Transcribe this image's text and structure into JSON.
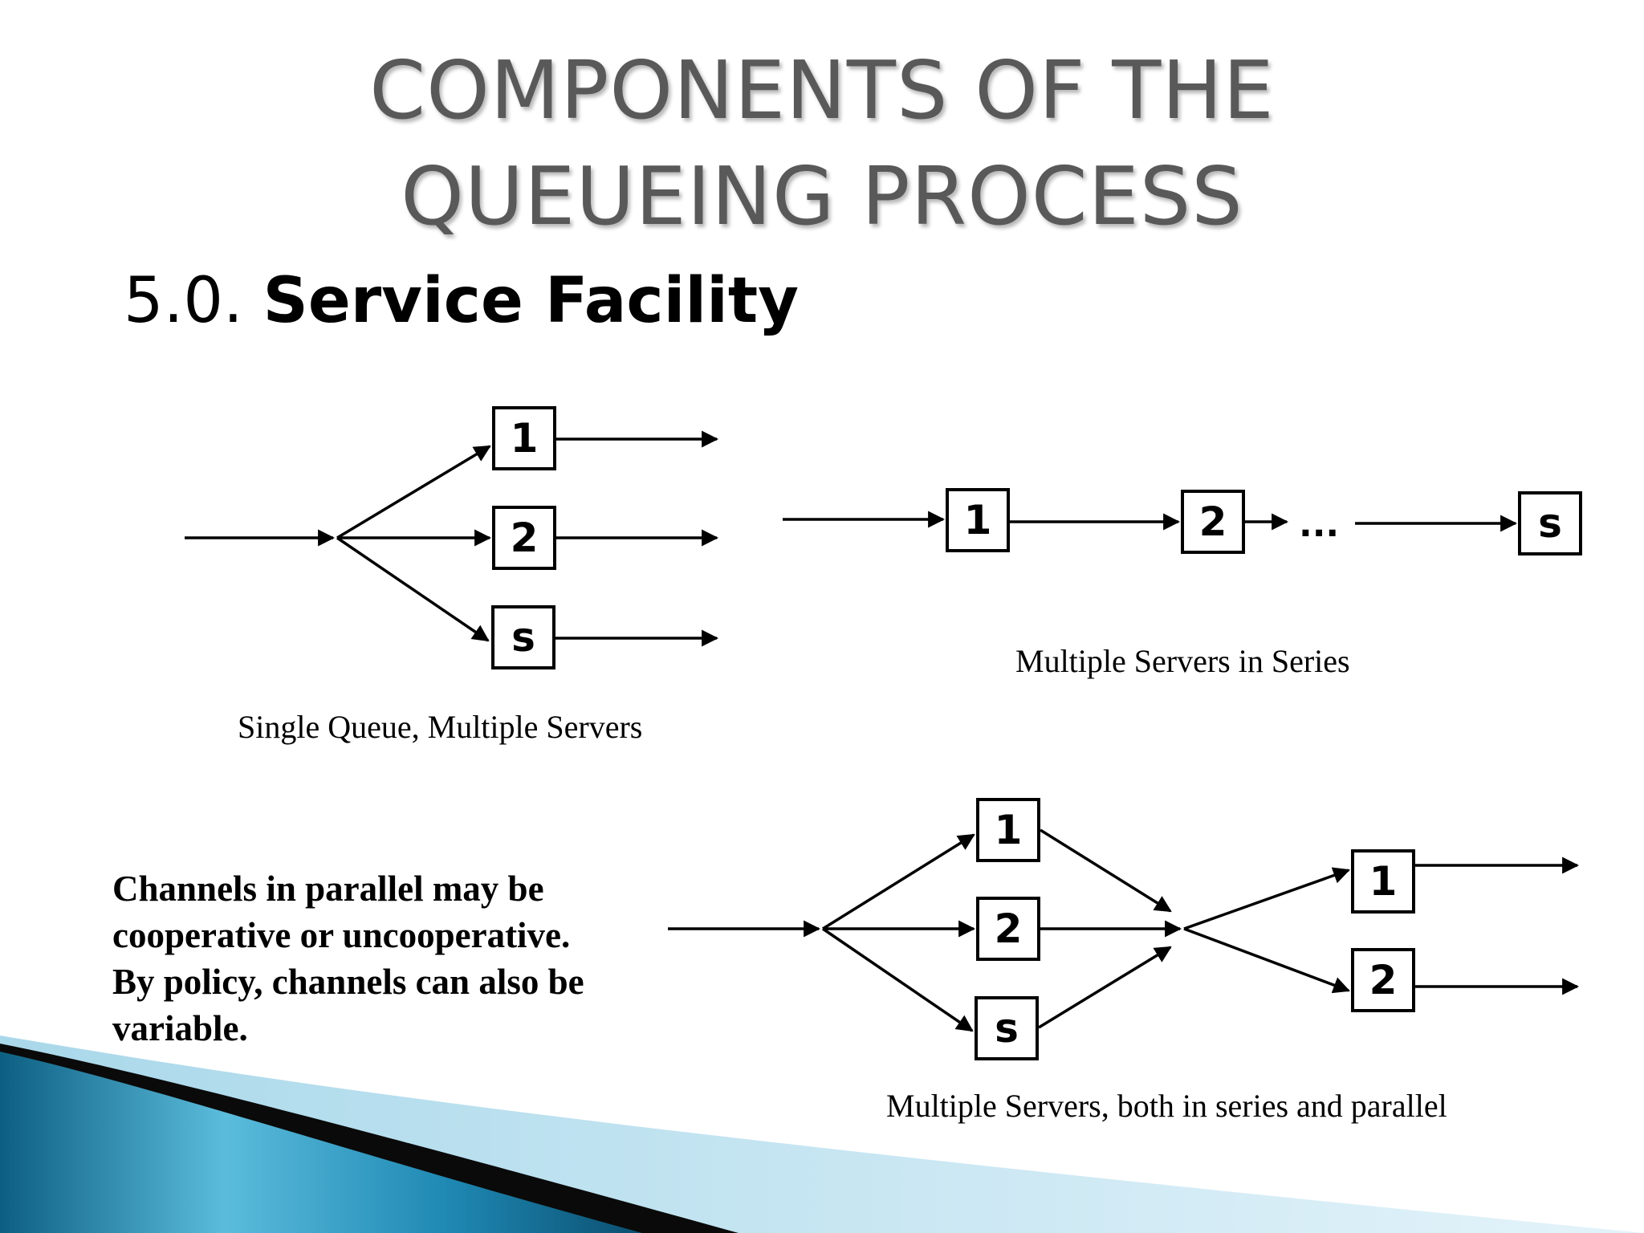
{
  "slide": {
    "title_line1": "COMPONENTS OF THE",
    "title_line2": "QUEUEING PROCESS",
    "section_number": "5.0.",
    "section_name": "Service Facility"
  },
  "diagrams": {
    "single_queue": {
      "caption": "Single Queue, Multiple Servers",
      "servers": [
        "1",
        "2",
        "s"
      ]
    },
    "series": {
      "caption": "Multiple Servers in Series",
      "servers": [
        "1",
        "2",
        "s"
      ],
      "ellipsis": "..."
    },
    "series_parallel": {
      "caption": "Multiple Servers, both in series and parallel",
      "stage1": [
        "1",
        "2",
        "s"
      ],
      "stage2": [
        "1",
        "2"
      ]
    }
  },
  "note": {
    "line1": "Channels in parallel may be",
    "line2": "cooperative or uncooperative.",
    "line3": "By policy, channels can also be",
    "line4": "variable."
  },
  "colors": {
    "title": "#595959",
    "accent_dark": "#0d5f82",
    "accent_light": "#5bbcdc"
  }
}
